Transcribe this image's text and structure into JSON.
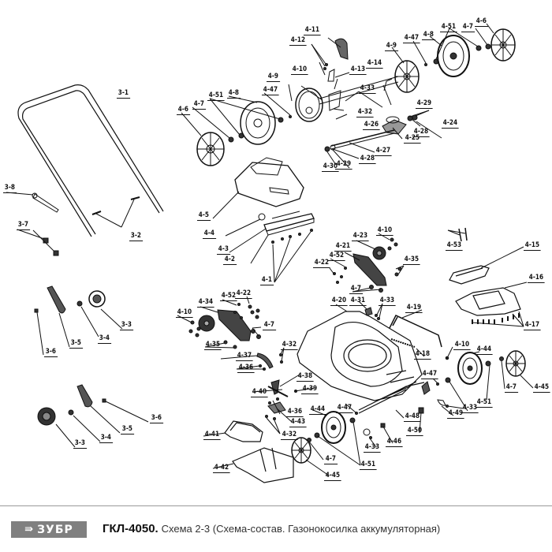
{
  "footer": {
    "brand_logo_text": "ЗУБР",
    "brand_logo_icon": "arrow-right-circle-icon",
    "model": "ГКЛ-4050.",
    "description": "Схема 2-3 (Схема-состав. Газонокосилка аккумуляторная)"
  },
  "parts": {
    "handle": "3-1",
    "bolt_handle": "3-2",
    "knob_left": "3-3",
    "knob_right": "3-3",
    "washer_left": "3-4",
    "washer_right": "3-4",
    "lever_left": "3-5",
    "lever_right": "3-5",
    "nut_left": "3-6",
    "nut_right": "3-6",
    "clip": "3-7",
    "cable_clip": "3-8",
    "screws_battery": "4-1",
    "battery_holder": "4-2",
    "battery_lid_hinge": "4-3",
    "spring_ring": "4-4",
    "battery_cover": "4-5",
    "hubcap_rear_left": "4-6",
    "hubcap_rear_right": "4-6",
    "nut_rear_left": "4-7",
    "nut_rear_right": "4-7",
    "nut_mid": "4-7",
    "nut_side": "4-7",
    "nut_front_left": "4-7",
    "nut_front_right": "4-7",
    "wheel_rear_left": "4-8",
    "wheel_rear_right": "4-8",
    "gear_left": "4-9",
    "gear_right": "4-9",
    "screws_motor": "4-10",
    "screws_mid": "4-10",
    "screws_side": "4-10",
    "screw_front": "4-10",
    "cable_lever": "4-11",
    "screws_lever": "4-12",
    "lever_bracket": "4-13",
    "pivot_arm": "4-14",
    "handle_grip": "4-15",
    "top_cover": "4-16",
    "screws_cover": "4-17",
    "spring": "4-18",
    "front_axle": "4-19",
    "deck": "4-20",
    "mount_plate_right": "4-21",
    "screws_plate_right": "4-22",
    "screws_plate_left": "4-22",
    "fan_right": "4-23",
    "bearing_a": "4-24",
    "spacer": "4-25",
    "bushing": "4-26",
    "rear_axle": "4-27",
    "washer_a": "4-28",
    "washer_b": "4-28",
    "bearing_b": "4-29",
    "bearing_c": "4-29",
    "nut_axle": "4-30",
    "clamp": "4-31",
    "screws_deck": "4-32",
    "screws_deck_left": "4-32",
    "screws_deflector": "4-32",
    "screws_a": "4-33",
    "screws_b": "4-33",
    "screws_c": "4-33",
    "screws_d": "4-33",
    "mount_plate_left": "4-34",
    "screws_plate_a": "4-35",
    "screws_plate_b": "4-35",
    "screws_height": "4-36",
    "screws_height_b": "4-36",
    "height_plate": "4-37",
    "hinge_bracket": "4-38",
    "rod_pin": "4-39",
    "rod": "4-40",
    "flap": "4-41",
    "grass_catcher": "4-42",
    "hinge_plate": "4-43",
    "wheel_front_left": "4-44",
    "wheel_front_right": "4-44",
    "hubcap_front_left": "4-45",
    "hubcap_front_right": "4-45",
    "screw_latch": "4-46",
    "pin_a": "4-47",
    "pin_b": "4-47",
    "pin_c": "4-47",
    "pin_d": "4-47",
    "pin_e": "4-47",
    "height_lever": "4-48",
    "latch": "4-49",
    "knob_small": "4-50",
    "bearing_rear_left": "4-51",
    "bearing_rear_right": "4-51",
    "bearing_front_left": "4-51",
    "bearing_front_right": "4-51",
    "screws_52a": "4-52",
    "screws_52b": "4-52",
    "key": "4-53"
  }
}
